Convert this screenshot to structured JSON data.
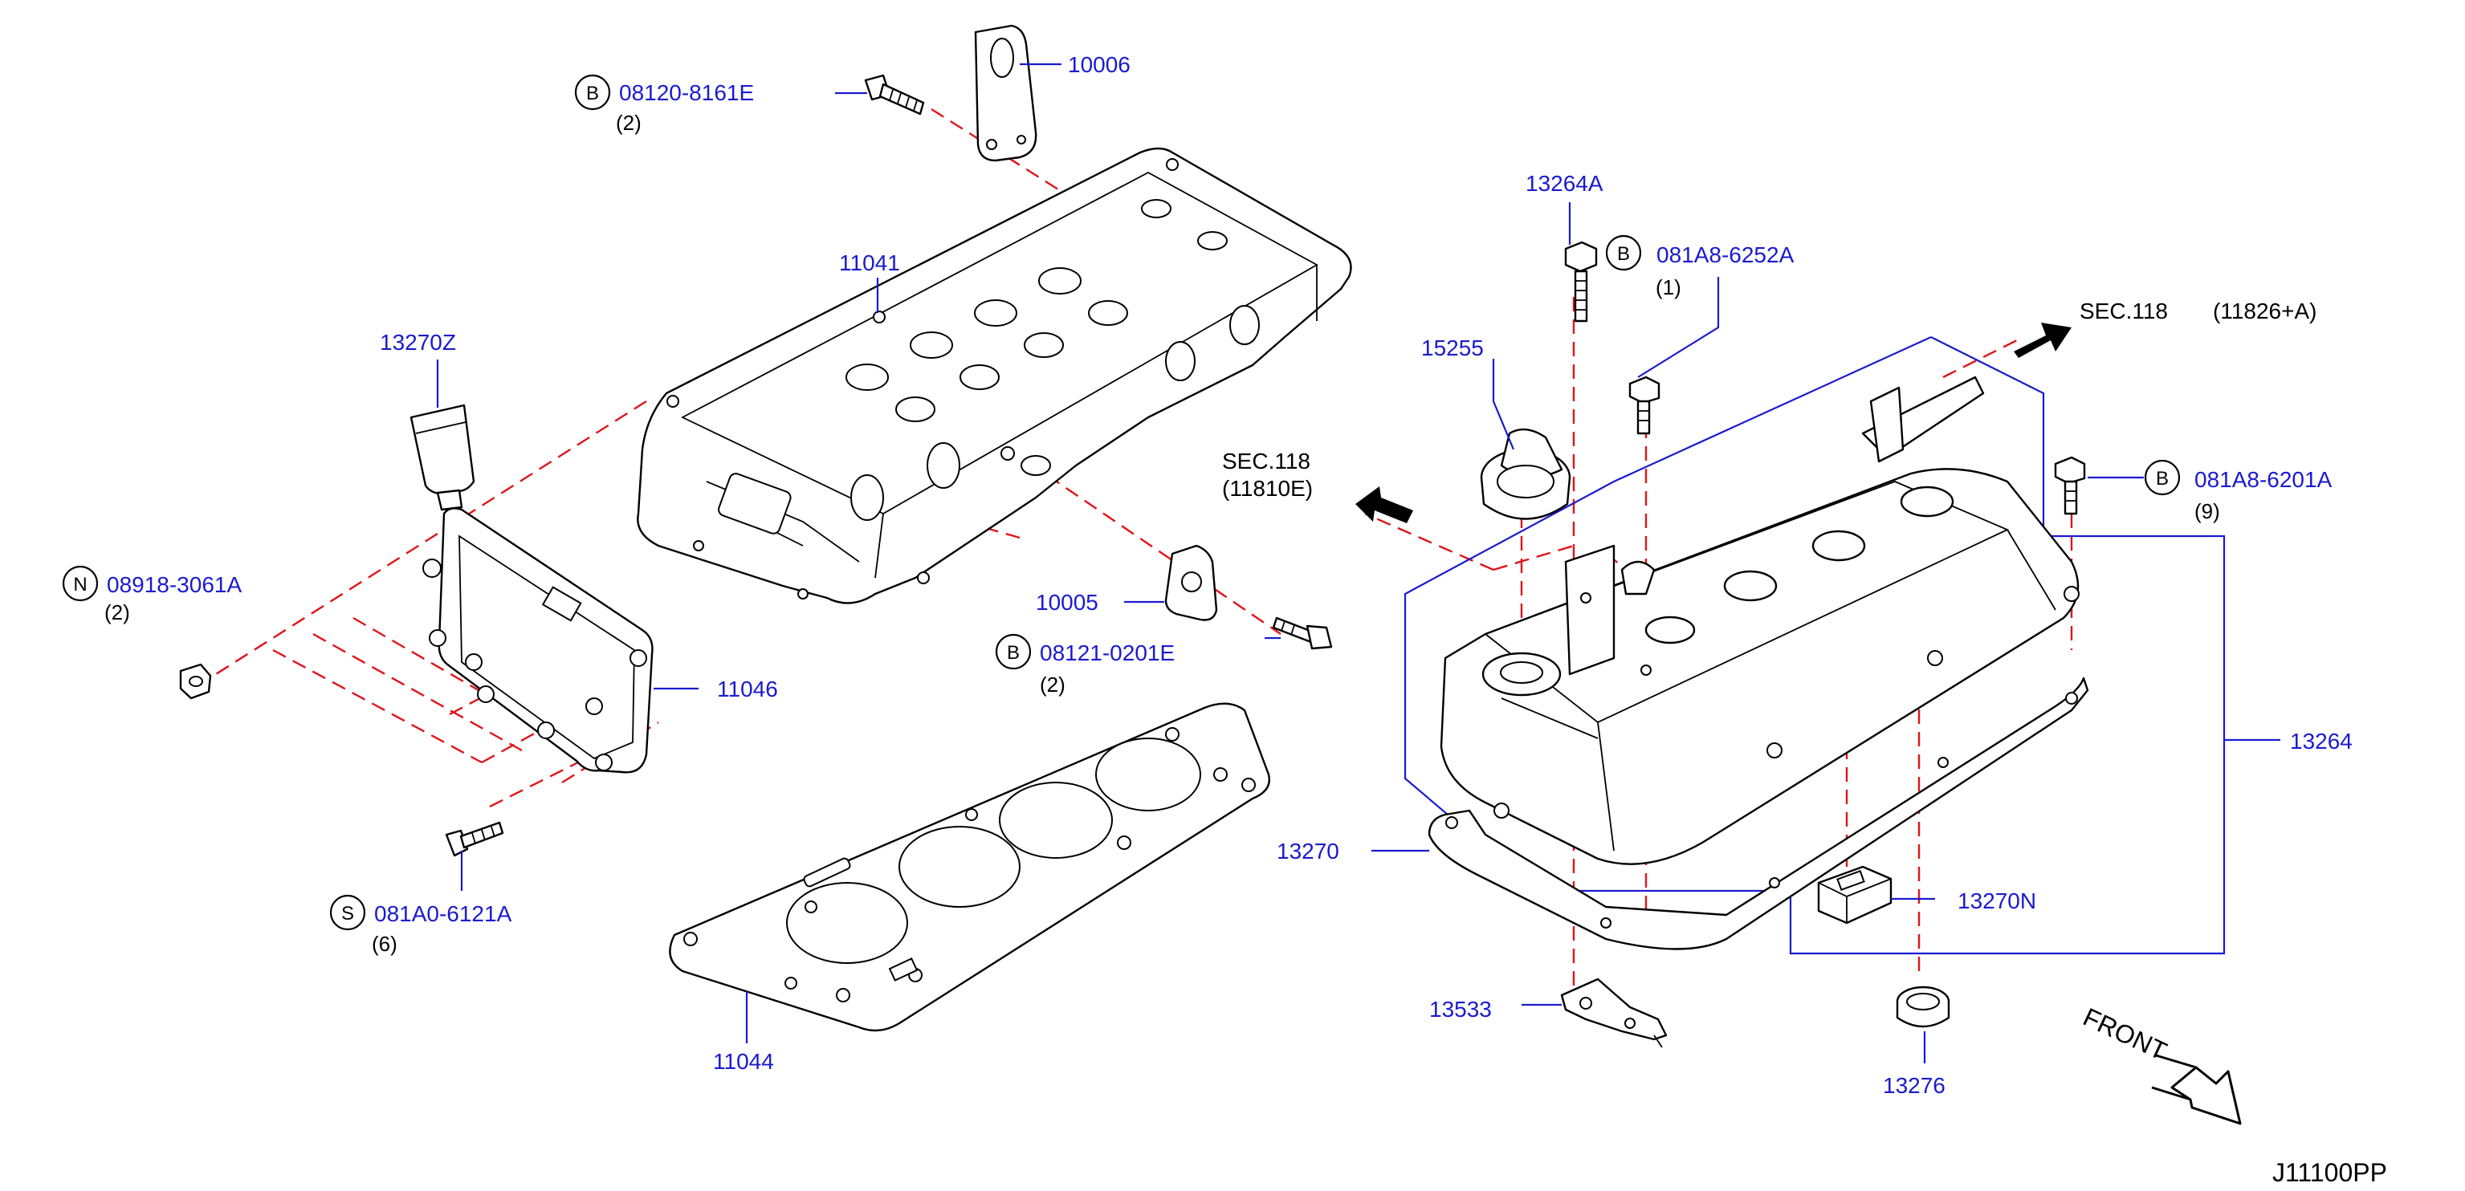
{
  "diagram": {
    "code": "J11100PP",
    "front_label": "FRONT",
    "parts": {
      "p10006": "10006",
      "p11041": "11041",
      "p13270Z": "13270Z",
      "p11046": "11046",
      "p10005": "10005",
      "p11044": "11044",
      "p13264A": "13264A",
      "p15255": "15255",
      "p13264": "13264",
      "p13270": "13270",
      "p13270N": "13270N",
      "p13533": "13533",
      "p13276": "13276"
    },
    "bolts": {
      "b1": {
        "letter": "B",
        "number": "08120-8161E",
        "qty": "(2)"
      },
      "b2": {
        "letter": "N",
        "number": "08918-3061A",
        "qty": "(2)"
      },
      "b3": {
        "letter": "B",
        "number": "08121-0201E",
        "qty": "(2)"
      },
      "b4": {
        "letter": "S",
        "number": "081A0-6121A",
        "qty": "(6)"
      },
      "b5": {
        "letter": "B",
        "number": "081A8-6252A",
        "qty": "(1)"
      },
      "b6": {
        "letter": "B",
        "number": "081A8-6201A",
        "qty": "(9)"
      }
    },
    "sec_refs": {
      "s1": {
        "line1": "SEC.118",
        "line2": "(11810E)"
      },
      "s2": {
        "line1": "SEC.118",
        "line2": "(11826+A)"
      }
    }
  }
}
